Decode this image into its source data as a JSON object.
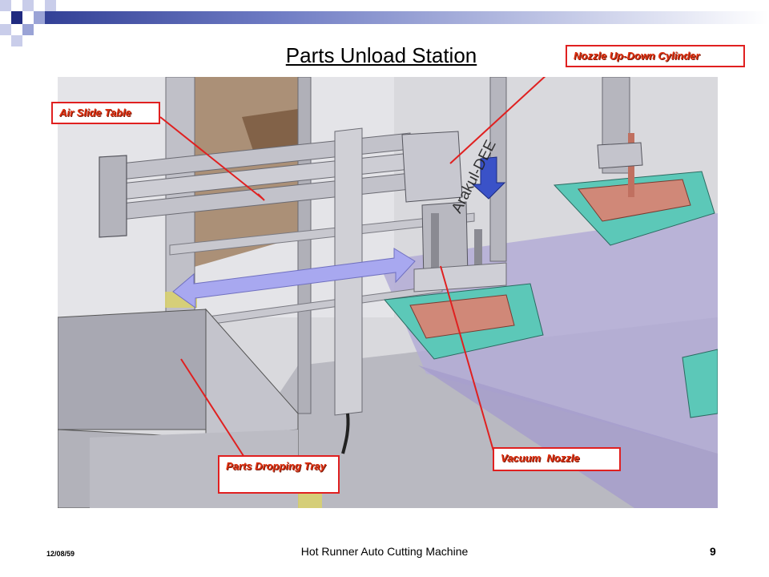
{
  "slide": {
    "title": "Parts Unload Station",
    "footer_date": "12/08/59",
    "footer_text": "Hot Runner Auto Cutting Machine",
    "page_number": "9"
  },
  "callouts": {
    "air_slide_table": "Air Slide Table",
    "nozzle_cylinder": "Nozzle Up-Down Cylinder",
    "vacuum_nozzle": "Vacuum  Nozzle",
    "dropping_tray": "Parts Dropping Tray"
  },
  "watermark": "Arakul-DEE",
  "colors": {
    "callout_border": "#e02020",
    "callout_text": "#e03010",
    "corner_dark": "#1f2a80",
    "corner_light": "#9aa3d6",
    "arrow": "#a8a8f0",
    "fixture": "#5cc8b8",
    "part": "#d08878"
  }
}
